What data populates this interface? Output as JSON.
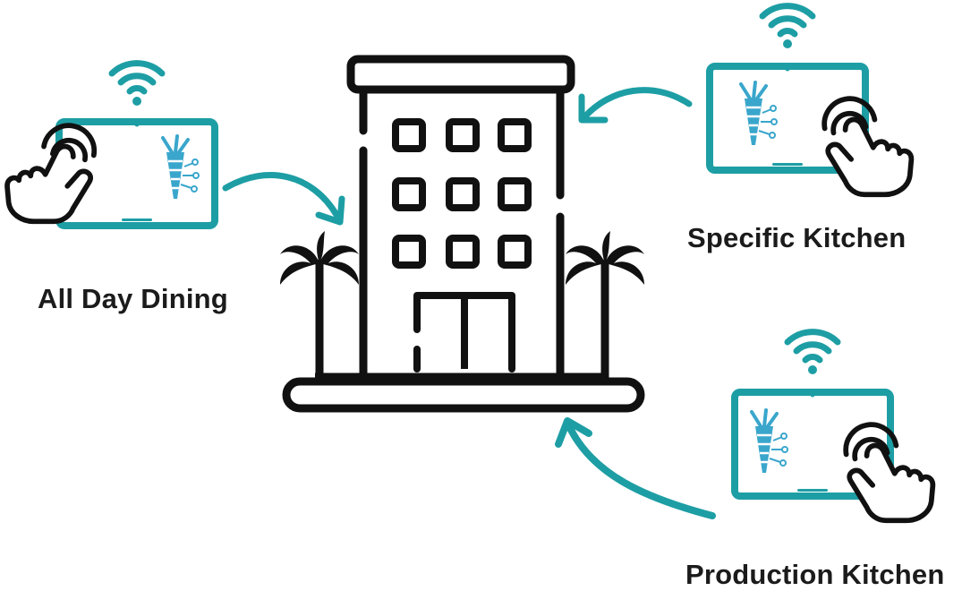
{
  "colors": {
    "accent": "#1d9ea4",
    "ink": "#111111",
    "logo": "#3aa6cc"
  },
  "labels": {
    "all_day_dining": "All Day Dining",
    "specific_kitchen": "Specific Kitchen",
    "production_kitchen": "Production Kitchen"
  },
  "icons": {
    "hotel": "hotel-building-icon",
    "tablet": "tablet-icon",
    "wifi": "wifi-icon",
    "hand": "touch-hand-icon",
    "logo": "carrot-logo-icon",
    "arrow": "curved-arrow-icon",
    "palm": "palm-tree-icon"
  }
}
